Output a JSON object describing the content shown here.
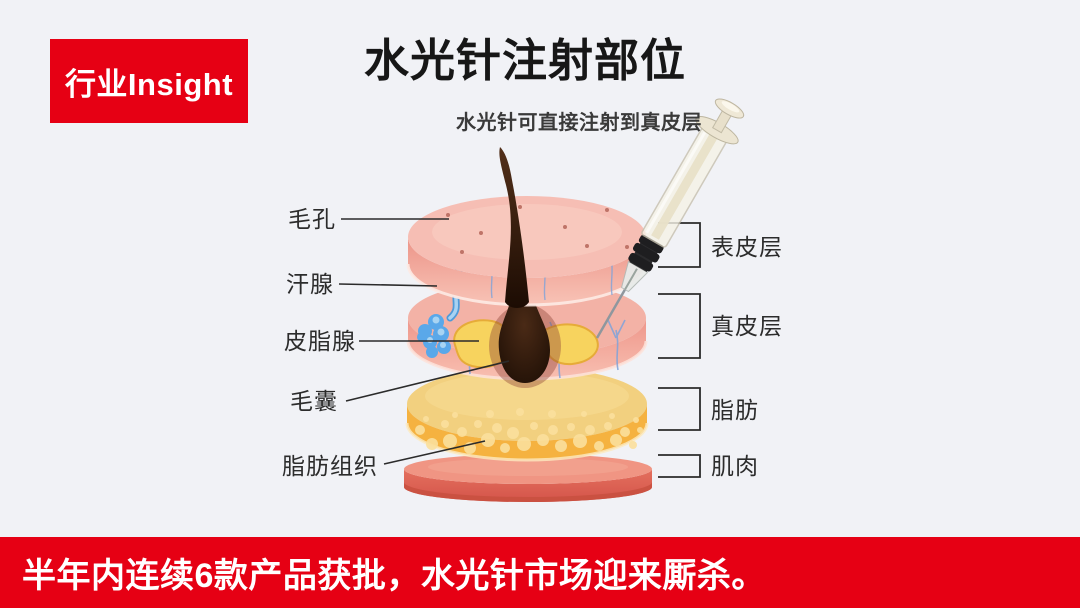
{
  "badge": {
    "label": "行业Insight"
  },
  "title": "水光针注射部位",
  "diagram": {
    "annotation": "水光针可直接注射到真皮层",
    "left_labels": [
      {
        "label": "毛孔"
      },
      {
        "label": "汗腺"
      },
      {
        "label": "皮脂腺"
      },
      {
        "label": "毛囊"
      },
      {
        "label": "脂肪组织"
      }
    ],
    "right_labels": [
      {
        "label": "表皮层"
      },
      {
        "label": "真皮层"
      },
      {
        "label": "脂肪"
      },
      {
        "label": "肌肉"
      }
    ],
    "illustrations": [
      "skin-layers-illustration",
      "hair-shaft-illustration",
      "sweat-gland-illustration",
      "sebaceous-gland-illustration",
      "hair-follicle-illustration",
      "syringe-illustration"
    ]
  },
  "footer": {
    "text": "半年内连续6款产品获批，水光针市场迎来厮杀。"
  },
  "colors": {
    "accent_red": "#e60014",
    "slide_bg": "#f1f2f6",
    "title_text": "#171717",
    "label_text": "#2c2c2c",
    "banner_text": "#ffffff",
    "epidermis_top": "#f6beb4",
    "epidermis_side": "#f0a094",
    "dermis_top": "#f3b2a6",
    "dermis_side": "#f09b8d",
    "fat_top": "#f2d07f",
    "fat_side": "#f5b240",
    "muscle_top": "#f09583",
    "muscle_side": "#e4705e",
    "gland_yellow": "#f7d35e",
    "sweat_blue": "#5aa8e9",
    "vessel_blue": "#7fa3da",
    "hair_brown": "#2f1708"
  }
}
